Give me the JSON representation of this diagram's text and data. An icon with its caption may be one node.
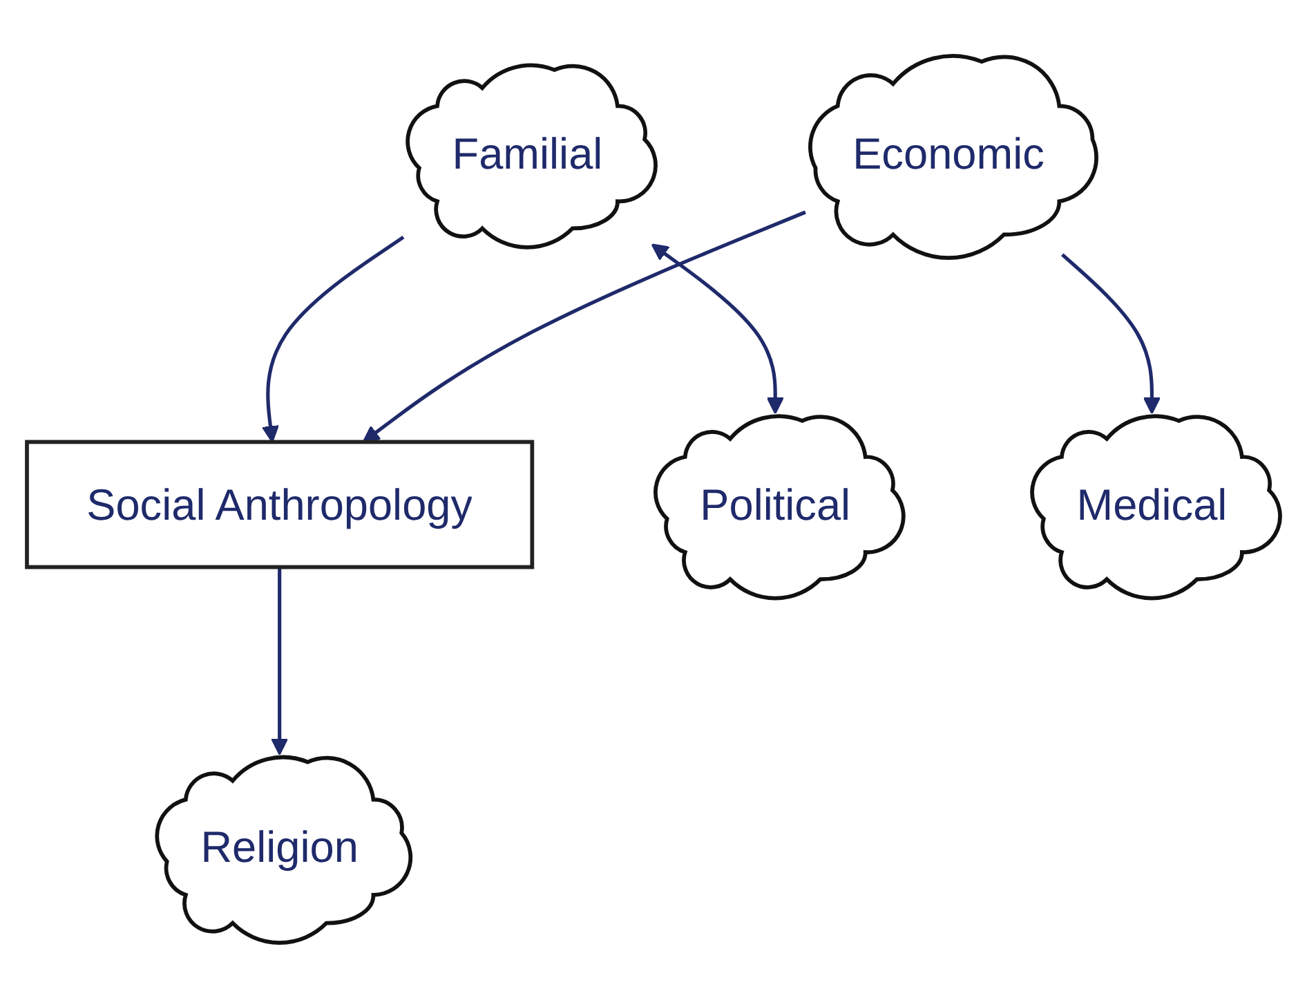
{
  "diagram": {
    "nodes": [
      {
        "text": [
          "Familial"
        ]
      },
      {
        "text": [
          "Economic"
        ]
      },
      {
        "text": [
          "Social Anthropology"
        ]
      },
      {
        "text": [
          "Political"
        ]
      },
      {
        "text": [
          "Religion"
        ]
      },
      {
        "text": [
          "Medical"
        ]
      }
    ],
    "edges": [
      {
        "from": 0,
        "to": 3,
        "arrow": "both"
      },
      {
        "from": 0,
        "to": 2,
        "arrow": "to"
      },
      {
        "from": 1,
        "to": 5,
        "arrow": "to"
      },
      {
        "from": 1,
        "to": 2,
        "arrow": "to"
      },
      {
        "from": 2,
        "to": 4,
        "arrow": "to"
      }
    ]
  }
}
